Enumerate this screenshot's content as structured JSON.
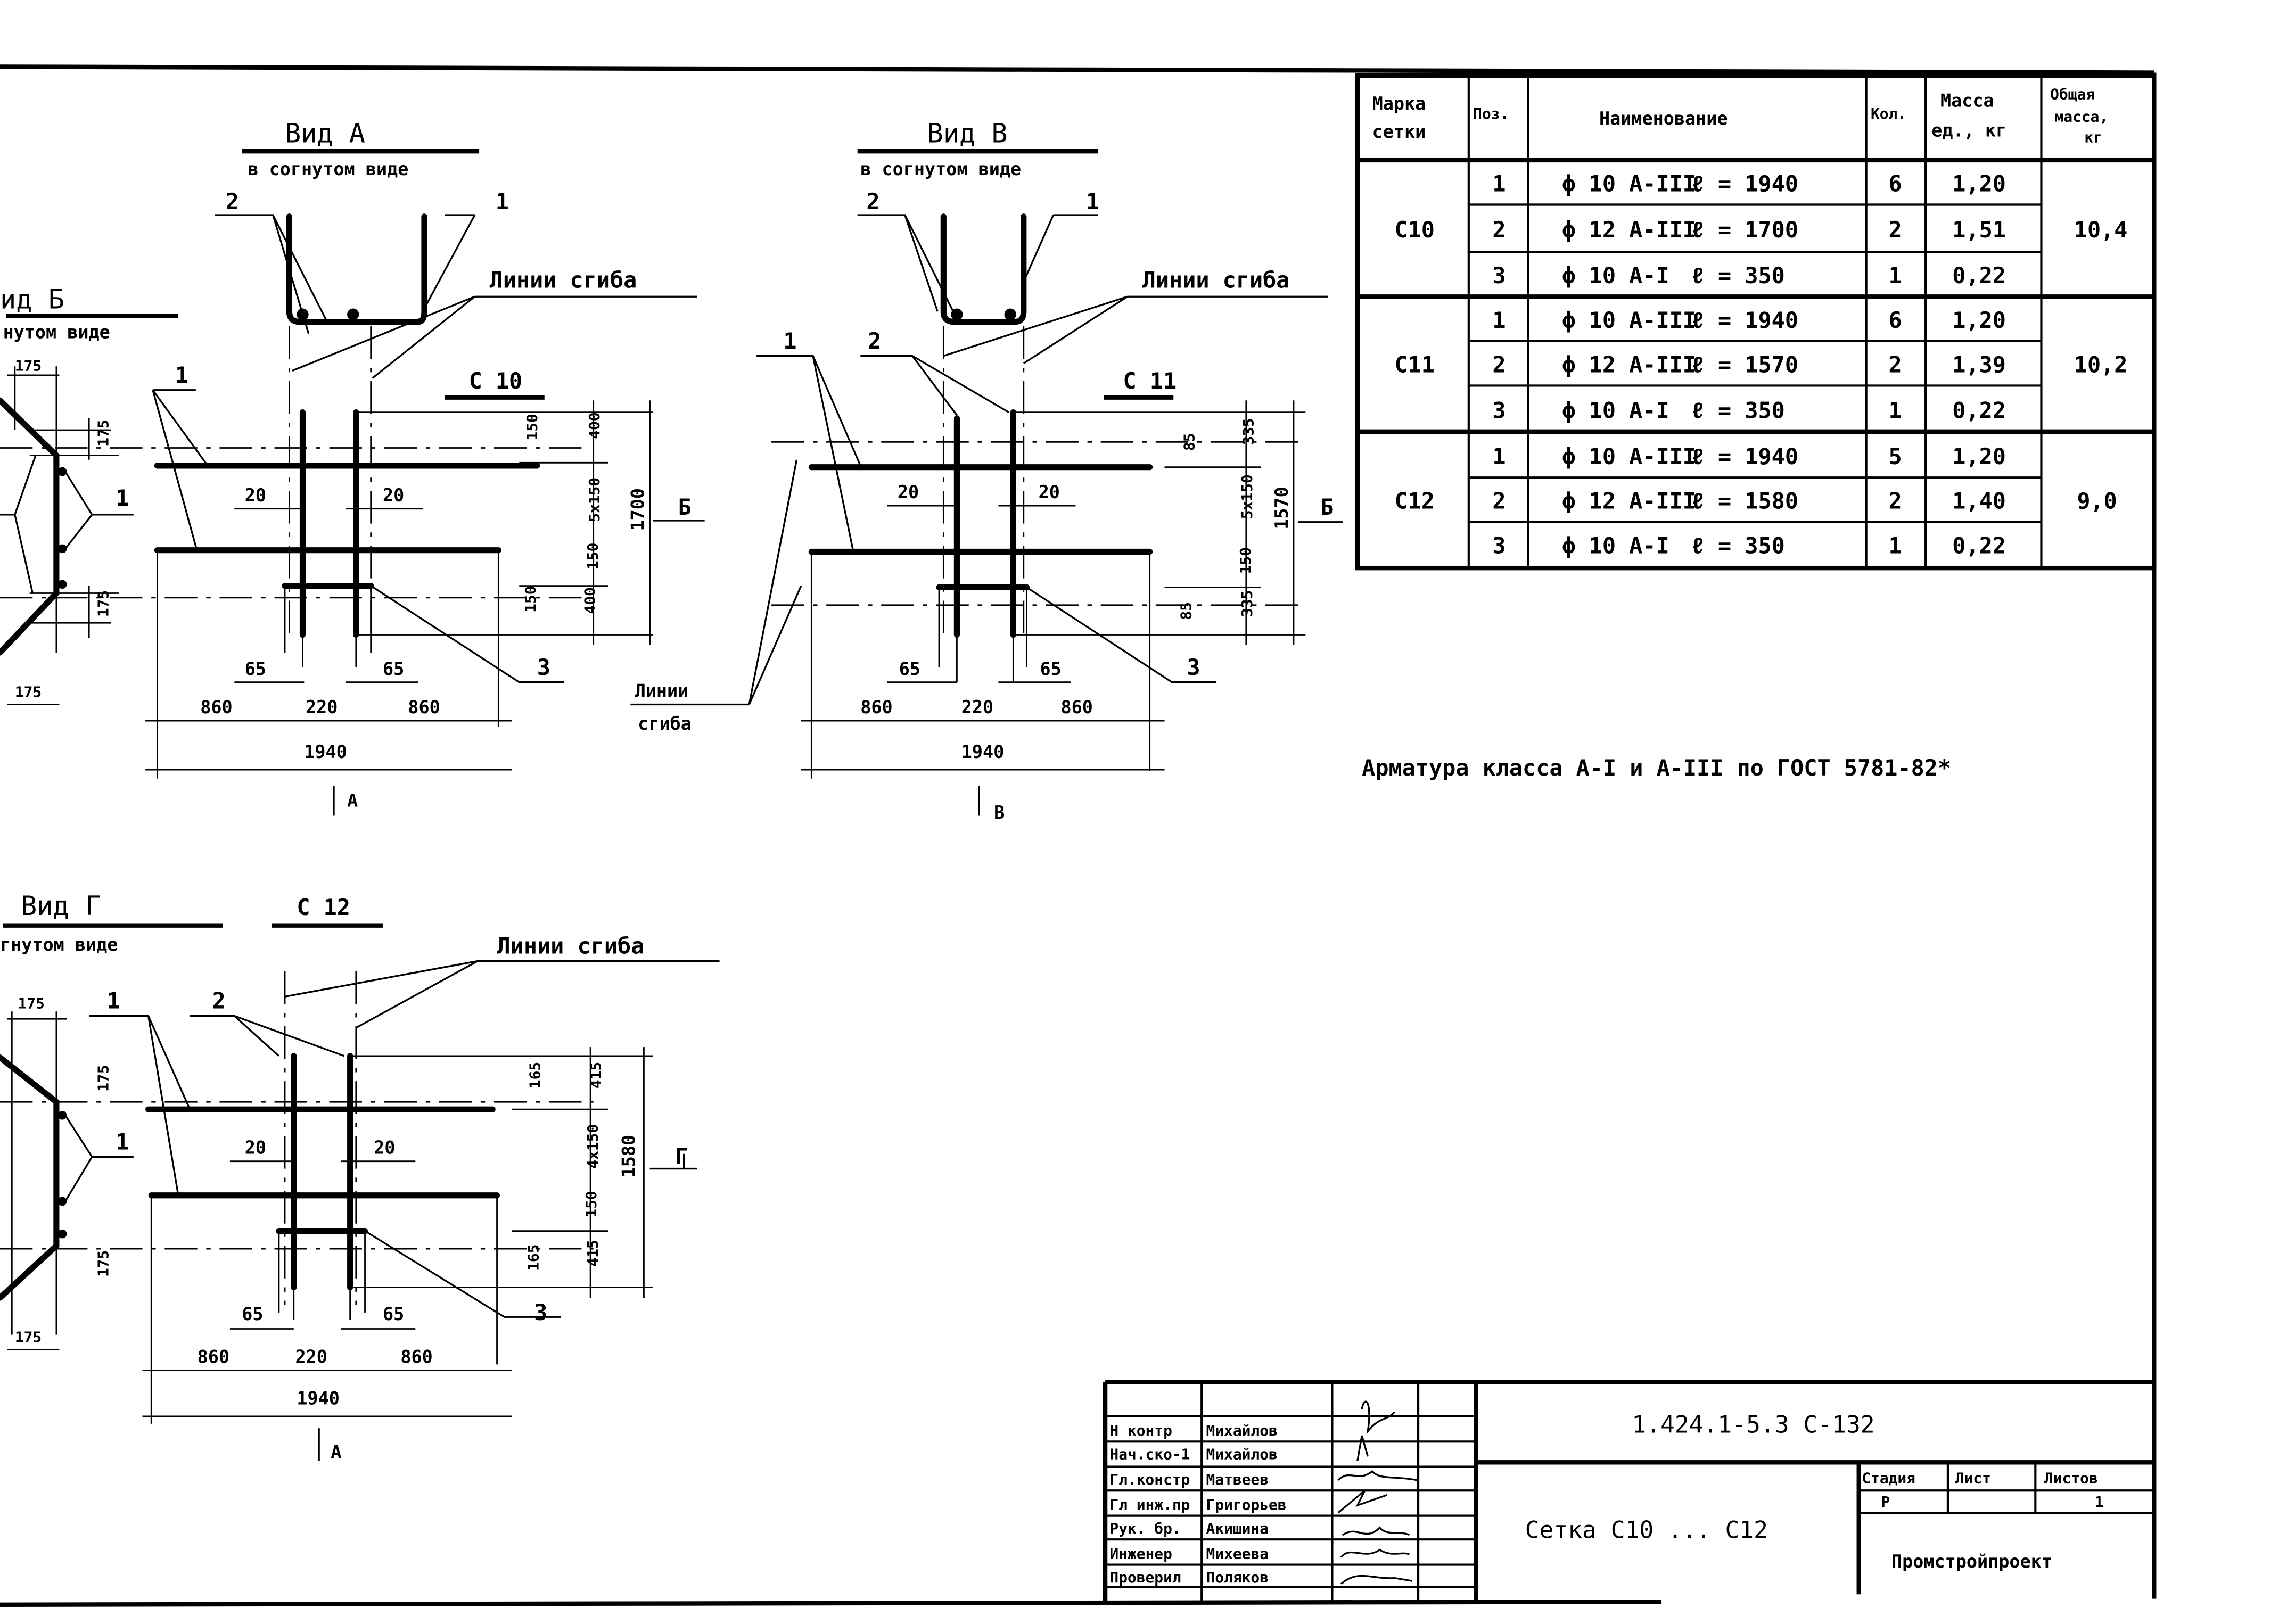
{
  "views": {
    "vid_a": {
      "title": "Вид А",
      "subtitle": "в согнутом виде",
      "leader_2": "2",
      "leader_1": "1"
    },
    "vid_b_partial": {
      "title": "ид Б",
      "subtitle": "нутом виде",
      "dim_top": "175",
      "dim_side_top": "175",
      "dim_side_bottom": "175",
      "dim_bottom": "175",
      "leader_1": "1"
    },
    "vid_v": {
      "title": "Вид В",
      "subtitle": "в согнутом виде",
      "leader_2": "2",
      "leader_1": "1"
    },
    "vid_g_partial": {
      "title": "Вид Г",
      "subtitle": "гнутом виде",
      "dim_top": "175",
      "dim_side_top": "175",
      "dim_side_bottom": "175",
      "dim_bottom": "175",
      "leader_1": "1"
    },
    "bend_lines_label": "Линии сгиба",
    "bend_lines_label_top": "Линии",
    "bend_lines_label_bottom": "сгиба"
  },
  "meshes": {
    "c10": {
      "label": "С 10",
      "leader_1": "1",
      "leader_3": "3",
      "section_arrow": "Б",
      "view_arrow": "А",
      "dims": {
        "top_offset": "150",
        "bottom_offset": "150",
        "top_edge": "400",
        "middle": "5x150",
        "lower_gap": "150",
        "bottom_edge": "400",
        "total_height": "1700",
        "left_gap": "20",
        "right_gap": "20",
        "left_hook": "65",
        "right_hook": "65",
        "left_span": "860",
        "mid_span": "220",
        "right_span": "860",
        "total_width": "1940"
      }
    },
    "c11": {
      "label": "С 11",
      "leader_1": "1",
      "leader_2": "2",
      "leader_3": "3",
      "section_arrow": "Б",
      "view_arrow": "В",
      "dims": {
        "top_offset": "85",
        "bottom_offset": "85",
        "top_edge": "335",
        "middle": "5x150",
        "lower_gap": "150",
        "bottom_edge": "335",
        "total_height": "1570",
        "left_gap": "20",
        "right_gap": "20",
        "left_hook": "65",
        "right_hook": "65",
        "left_span": "860",
        "mid_span": "220",
        "right_span": "860",
        "total_width": "1940"
      }
    },
    "c12": {
      "label": "С 12",
      "leader_1": "1",
      "leader_2": "2",
      "leader_3": "3",
      "section_arrow": "Г",
      "view_arrow": "А",
      "dims": {
        "top_offset": "165",
        "bottom_offset": "165",
        "top_edge": "415",
        "middle": "4x150",
        "lower_gap": "150",
        "bottom_edge": "415",
        "total_height": "1580",
        "left_gap": "20",
        "right_gap": "20",
        "left_hook": "65",
        "right_hook": "65",
        "left_span": "860",
        "mid_span": "220",
        "right_span": "860",
        "total_width": "1940"
      }
    }
  },
  "spec_table": {
    "headers": {
      "mark": [
        "Марка",
        "сетки"
      ],
      "pos": "Поз.",
      "name": "Наименование",
      "qty": "Кол.",
      "unit_mass": [
        "Масса",
        "ед., кг"
      ],
      "total_mass": [
        "Общая",
        "масса,",
        "кг"
      ]
    },
    "groups": [
      {
        "mark": "С10",
        "total": "10,4",
        "rows": [
          {
            "pos": "1",
            "name": "ϕ 10 А-III",
            "length": "ℓ = 1940",
            "qty": "6",
            "mass": "1,20"
          },
          {
            "pos": "2",
            "name": "ϕ 12 А-III",
            "length": "ℓ = 1700",
            "qty": "2",
            "mass": "1,51"
          },
          {
            "pos": "3",
            "name": "ϕ 10 А-I",
            "length": "ℓ = 350",
            "qty": "1",
            "mass": "0,22"
          }
        ]
      },
      {
        "mark": "С11",
        "total": "10,2",
        "rows": [
          {
            "pos": "1",
            "name": "ϕ 10 А-III",
            "length": "ℓ = 1940",
            "qty": "6",
            "mass": "1,20"
          },
          {
            "pos": "2",
            "name": "ϕ 12 А-III",
            "length": "ℓ = 1570",
            "qty": "2",
            "mass": "1,39"
          },
          {
            "pos": "3",
            "name": "ϕ 10 А-I",
            "length": "ℓ = 350",
            "qty": "1",
            "mass": "0,22"
          }
        ]
      },
      {
        "mark": "С12",
        "total": "9,0",
        "rows": [
          {
            "pos": "1",
            "name": "ϕ 10 А-III",
            "length": "ℓ = 1940",
            "qty": "5",
            "mass": "1,20"
          },
          {
            "pos": "2",
            "name": "ϕ 12 А-III",
            "length": "ℓ = 1580",
            "qty": "2",
            "mass": "1,40"
          },
          {
            "pos": "3",
            "name": "ϕ 10 А-I",
            "length": "ℓ = 350",
            "qty": "1",
            "mass": "0,22"
          }
        ]
      }
    ]
  },
  "note": "Арматура класса А-I и А-III  по ГОСТ 5781-82*",
  "title_block": {
    "signatures": [
      {
        "role": "Н контр",
        "name": "Михайлов"
      },
      {
        "role": "Нач.ско-1",
        "name": "Михайлов"
      },
      {
        "role": "Гл.констр",
        "name": "Матвеев"
      },
      {
        "role": "Гл инж.пр",
        "name": "Григорьев"
      },
      {
        "role": "Рук. бр.",
        "name": "Акишина"
      },
      {
        "role": "Инженер",
        "name": "Михеева"
      },
      {
        "role": "Проверил",
        "name": "Поляков"
      }
    ],
    "doc_code": "1.424.1-5.3 С-132",
    "title": "Сетка С10 ... С12",
    "stage_label": "Стадия",
    "sheet_label": "Лист",
    "sheets_label": "Листов",
    "stage": "Р",
    "sheet": "",
    "sheets": "1",
    "organization": "Промстройпроект"
  }
}
